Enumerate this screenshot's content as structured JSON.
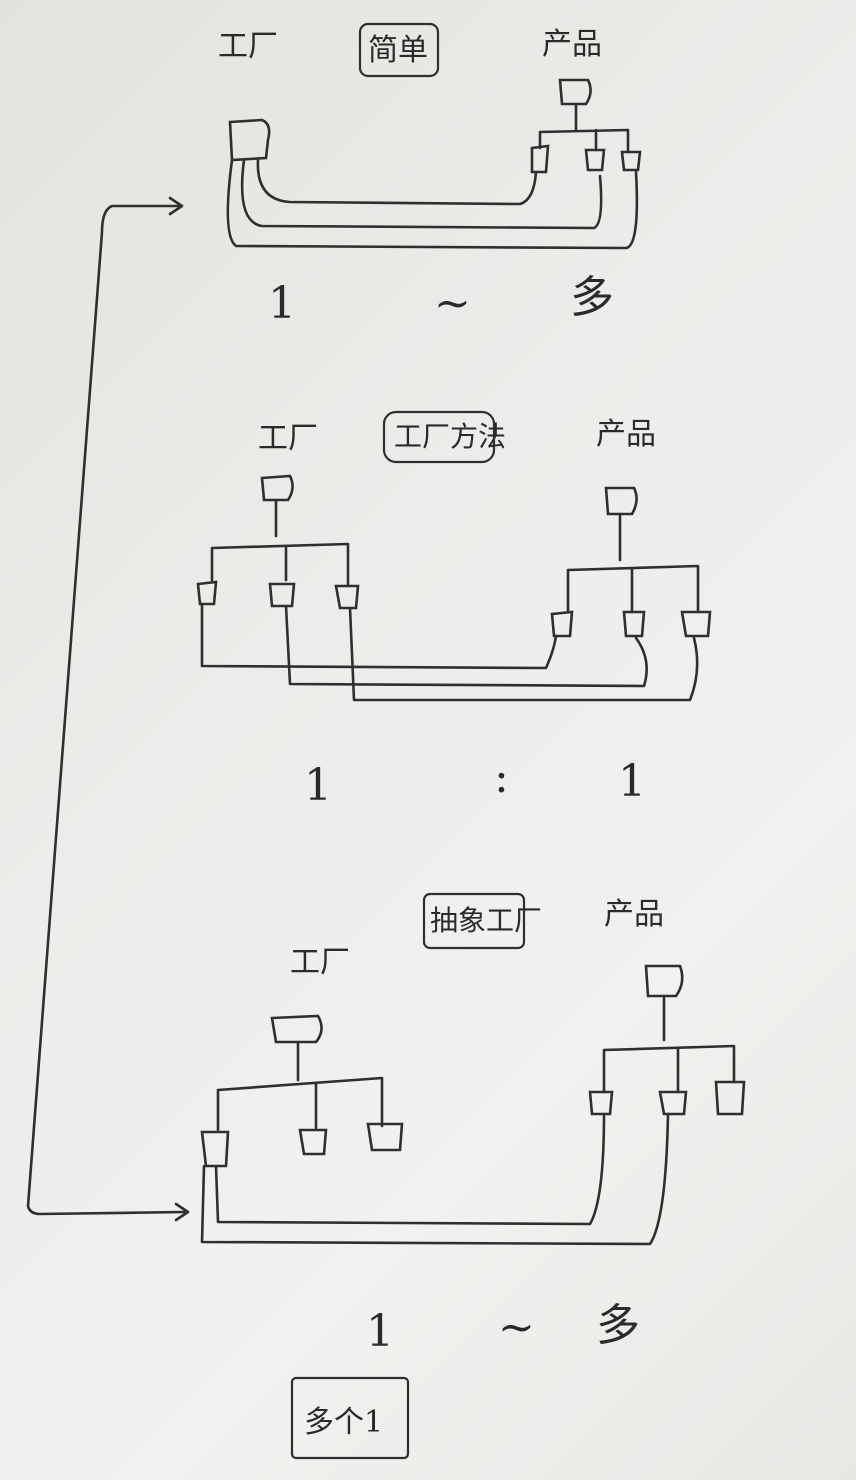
{
  "sections": [
    {
      "title": "简单",
      "left_label": "工厂",
      "right_label": "产品",
      "ratio": [
        "1",
        "~",
        "多"
      ]
    },
    {
      "title": "工厂方法",
      "left_label": "工厂",
      "right_label": "产品",
      "ratio": [
        "1",
        ":",
        "1"
      ]
    },
    {
      "title": "抽象工厂",
      "left_label": "工厂",
      "right_label": "产品",
      "ratio": [
        "1",
        "~",
        "多"
      ]
    }
  ],
  "footer_label": "多个1"
}
